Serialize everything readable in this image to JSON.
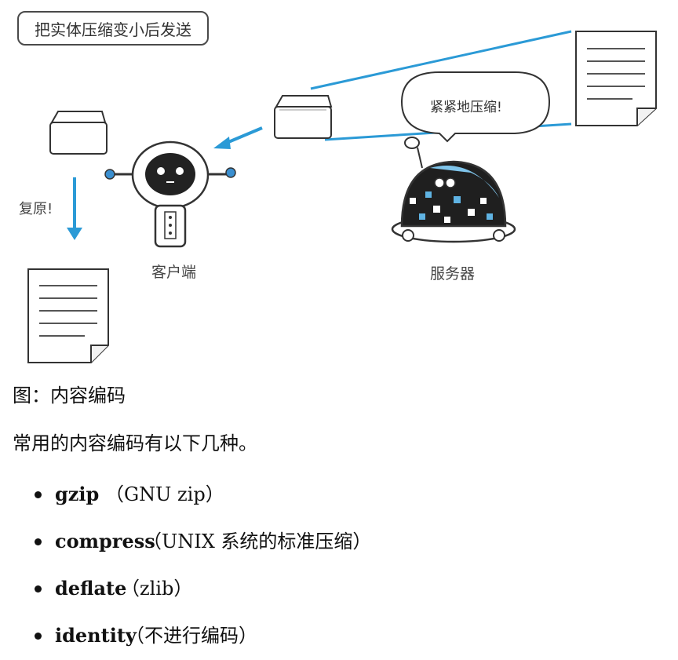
{
  "figure": {
    "caption_box": "把实体压缩变小后发送",
    "bubble_text": "紧紧地压缩!",
    "restore_label": "复原!",
    "client_label": "客户端",
    "server_label": "服务器"
  },
  "figure_caption": "图：内容编码",
  "intro": "常用的内容编码有以下几种。",
  "encodings": [
    {
      "name": "gzip",
      "desc": "（GNU zip）"
    },
    {
      "name": "compress",
      "desc": "（UNIX 系统的标准压缩）"
    },
    {
      "name": "deflate",
      "desc": "（zlib）"
    },
    {
      "name": "identity",
      "desc": "（不进行编码）"
    }
  ],
  "colors": {
    "accent_blue": "#2b9ad6",
    "robot_blue": "#3a8fd0",
    "ink": "#333333"
  }
}
